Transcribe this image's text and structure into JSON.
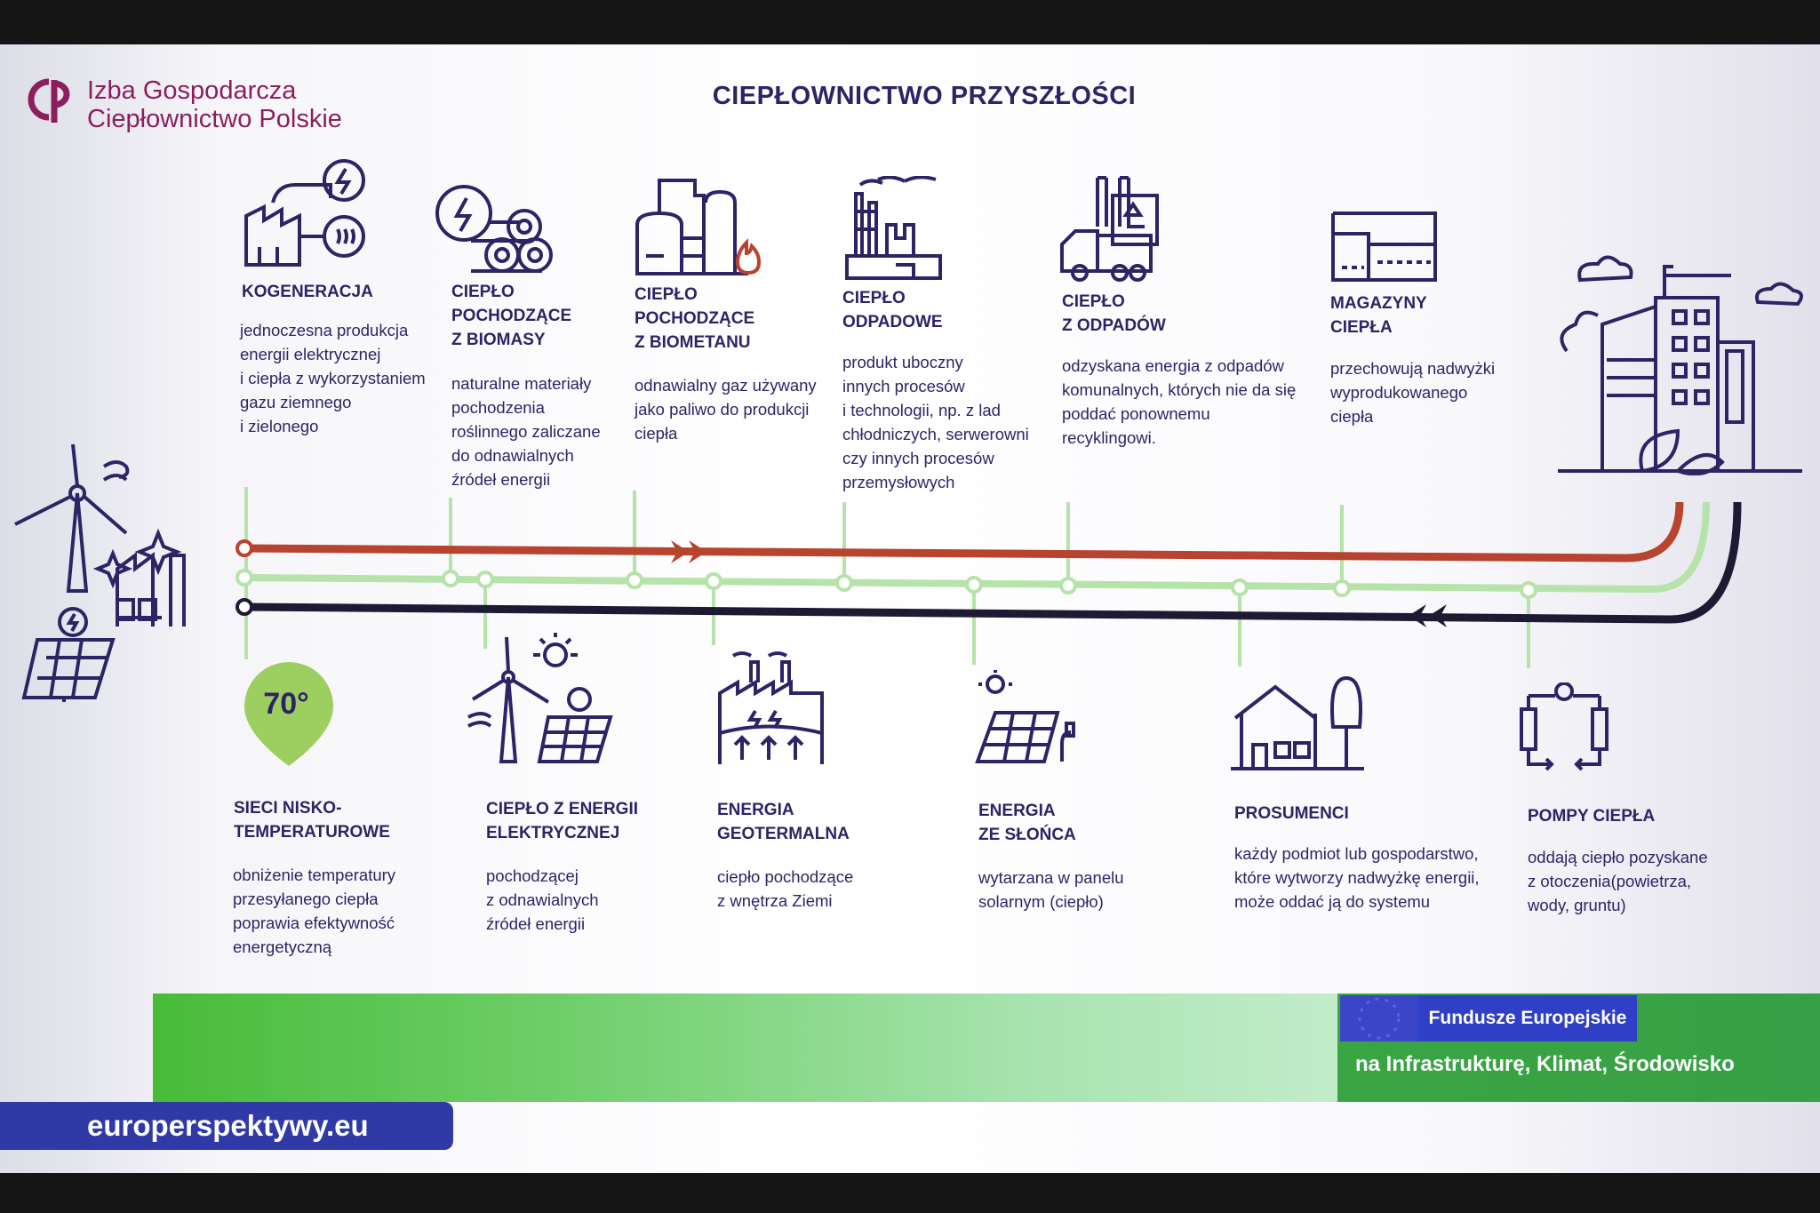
{
  "org": {
    "name_line1": "Izba Gospodarcza",
    "name_line2": "Ciepłownictwo Polskie"
  },
  "title": "CIEPŁOWNICTWO PRZYSZŁOŚCI",
  "top_items": [
    {
      "icon": "cogeneration-icon",
      "heading": [
        "KOGENERACJA"
      ],
      "desc": [
        "jednoczesna produkcja",
        "energii elektrycznej",
        "i ciepła z wykorzystaniem",
        "gazu ziemnego",
        "i zielonego"
      ]
    },
    {
      "icon": "biomass-icon",
      "heading": [
        "CIEPŁO",
        "POCHODZĄCE",
        "Z BIOMASY"
      ],
      "desc": [
        "naturalne materiały",
        "pochodzenia",
        "roślinnego zaliczane",
        "do odnawialnych",
        "źródeł energii"
      ]
    },
    {
      "icon": "biomethane-plant-icon",
      "heading": [
        "CIEPŁO",
        "POCHODZĄCE",
        "Z BIOMETANU"
      ],
      "desc": [
        "odnawialny gaz używany",
        "jako paliwo do produkcji",
        "ciepła"
      ]
    },
    {
      "icon": "factory-icon",
      "heading": [
        "CIEPŁO",
        "ODPADOWE"
      ],
      "desc": [
        "produkt uboczny",
        "innych procesów",
        "i technologii, np. z lad",
        "chłodniczych, serwerowni",
        "czy innych procesów",
        "przemysłowych"
      ]
    },
    {
      "icon": "garbage-truck-icon",
      "heading": [
        "CIEPŁO",
        "Z ODPADÓW"
      ],
      "desc": [
        "odzyskana energia z odpadów",
        "komunalnych, których nie da się",
        "poddać ponownemu",
        "recyklingowi."
      ]
    },
    {
      "icon": "heat-storage-icon",
      "heading": [
        "MAGAZYNY",
        "CIEPŁA"
      ],
      "desc": [
        "przechowują nadwyżki",
        "wyprodukowanego",
        "ciepła"
      ]
    }
  ],
  "bottom_items": [
    {
      "icon": "temperature-pin-icon",
      "badge": "70°",
      "heading": [
        "SIECI NISKO-",
        "TEMPERATUROWE"
      ],
      "desc": [
        "obniżenie temperatury",
        "przesyłanego ciepła",
        "poprawia efektywność",
        "energetyczną"
      ]
    },
    {
      "icon": "wind-solar-icon",
      "heading": [
        "CIEPŁO Z ENERGII",
        "ELEKTRYCZNEJ"
      ],
      "desc": [
        "pochodzącej",
        "z odnawialnych",
        "źródeł energii"
      ]
    },
    {
      "icon": "geothermal-icon",
      "heading": [
        "ENERGIA",
        "GEOTERMALNA"
      ],
      "desc": [
        "ciepło pochodzące",
        "z wnętrza Ziemi"
      ]
    },
    {
      "icon": "solar-panel-icon",
      "heading": [
        "ENERGIA",
        "ZE SŁOŃCA"
      ],
      "desc": [
        "wytarzana w panelu",
        "solarnym (ciepło)"
      ]
    },
    {
      "icon": "prosumer-house-icon",
      "heading": [
        "PROSUMENCI"
      ],
      "desc": [
        "każdy podmiot lub gospodarstwo,",
        "które wytworzy nadwyżkę energii,",
        "może oddać ją do systemu"
      ]
    },
    {
      "icon": "heat-pump-icon",
      "heading": [
        "POMPY CIEPŁA"
      ],
      "desc": [
        "oddają ciepło pozyskane",
        "z otoczenia(powietrza,",
        "wody, gruntu)"
      ]
    }
  ],
  "footer": {
    "eu_label": "Fundusze Europejskie",
    "eu_program": "na Infrastrukturę, Klimat, Środowisko"
  },
  "watermark": "europerspektywy.eu",
  "colors": {
    "primary": "#2d2466",
    "supply_line": "#b8432e",
    "return_line": "#1e1a33",
    "green_line": "#b6e3a9",
    "badge": "#9ccf5f",
    "logo": "#8b1f5e"
  }
}
